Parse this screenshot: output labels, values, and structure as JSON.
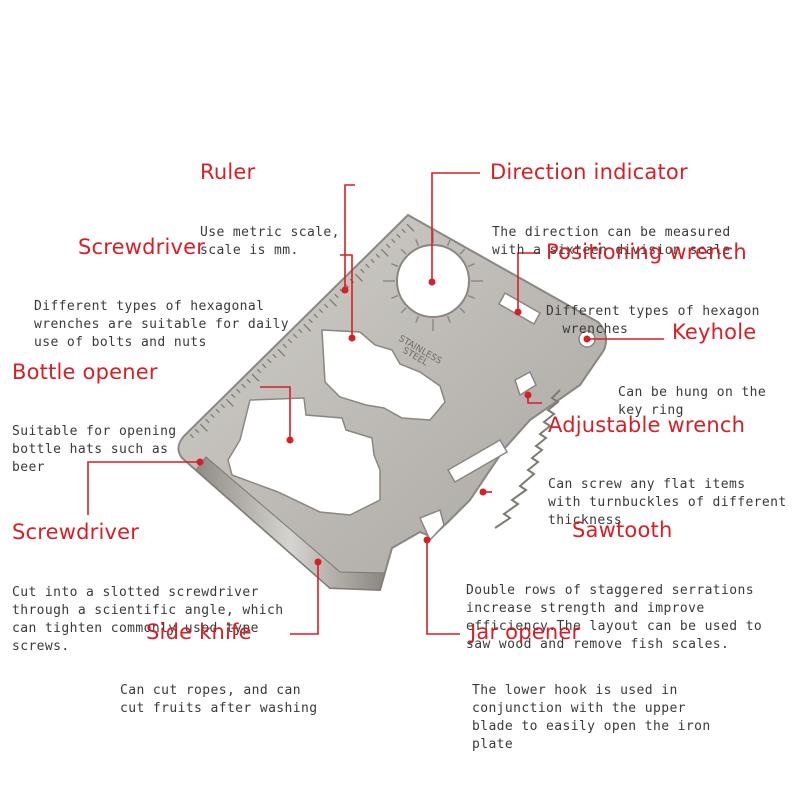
{
  "labels": {
    "ruler": {
      "title": "Ruler",
      "desc": [
        "Use metric scale,",
        "scale is mm."
      ]
    },
    "direction": {
      "title": "Direction indicator",
      "desc": [
        "The direction can be measured",
        "with a sixteen division scale"
      ]
    },
    "screwdriver_top": {
      "title": "Screwdriver",
      "desc": [
        "Different types of hexagonal",
        "wrenches are suitable for daily",
        "use of bolts and nuts"
      ]
    },
    "positioning": {
      "title": "Positioning wrench",
      "desc": [
        "Different types of hexagon",
        "  wrenches"
      ]
    },
    "keyhole": {
      "title": "Keyhole",
      "desc": [
        "Can be hung on the",
        "key ring"
      ]
    },
    "bottle": {
      "title": "Bottle opener",
      "desc": [
        "Suitable for opening",
        "bottle hats such as",
        "beer"
      ]
    },
    "adjustable": {
      "title": "Adjustable wrench",
      "desc": [
        "Can screw any flat items",
        "with turnbuckles of different",
        "thickness"
      ]
    },
    "screwdriver_bottom": {
      "title": "Screwdriver",
      "desc": [
        "Cut into a slotted screwdriver",
        "through a scientific angle, which",
        "can tighten commonly used type",
        "screws."
      ]
    },
    "sawtooth": {
      "title": "Sawtooth",
      "desc": [
        "Double rows of staggered serrations",
        "increase strength and improve",
        "efficiency.The layout can be used to",
        "saw wood and remove fish scales."
      ]
    },
    "sideknife": {
      "title": "Side knife",
      "desc": [
        "Can cut ropes, and can",
        "cut fruits after washing"
      ]
    },
    "jar": {
      "title": "Jar opener",
      "desc": [
        "The lower hook is used in",
        "conjunction with the upper",
        "blade to easily open the iron",
        "plate"
      ]
    }
  },
  "card_text": [
    "STAINLESS",
    "STEEL"
  ],
  "colors": {
    "accent": "#d71f26",
    "text": "#3a3a3a",
    "steel": "#b9b7b3"
  }
}
